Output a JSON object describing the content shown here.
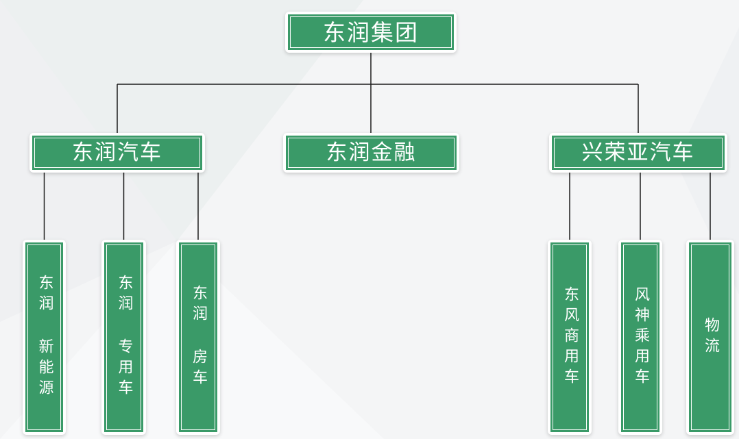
{
  "diagram": {
    "type": "org-chart",
    "root": {
      "label": "东润集团"
    },
    "level2": [
      {
        "id": "dongrun-auto",
        "label": "东润汽车"
      },
      {
        "id": "dongrun-finance",
        "label": "东润金融"
      },
      {
        "id": "xingrongya-auto",
        "label": "兴荣亚汽车"
      }
    ],
    "level3_left": [
      {
        "id": "dongrun-new-energy",
        "label": "东润 新能源"
      },
      {
        "id": "dongrun-special-vehicle",
        "label": "东润 专用车"
      },
      {
        "id": "dongrun-rv",
        "label": "东润 房车"
      }
    ],
    "level3_right": [
      {
        "id": "dongfeng-commercial-vehicle",
        "label": "东风商用车"
      },
      {
        "id": "fengshen-passenger-vehicle",
        "label": "风神乘用车"
      },
      {
        "id": "logistics",
        "label": "物流"
      }
    ],
    "colors": {
      "box_fill": "#3a9a68",
      "box_inner_border": "#ffffff",
      "box_text": "#ffffff",
      "connector": "#1c1c1c",
      "background": "#f4f5f6"
    }
  }
}
